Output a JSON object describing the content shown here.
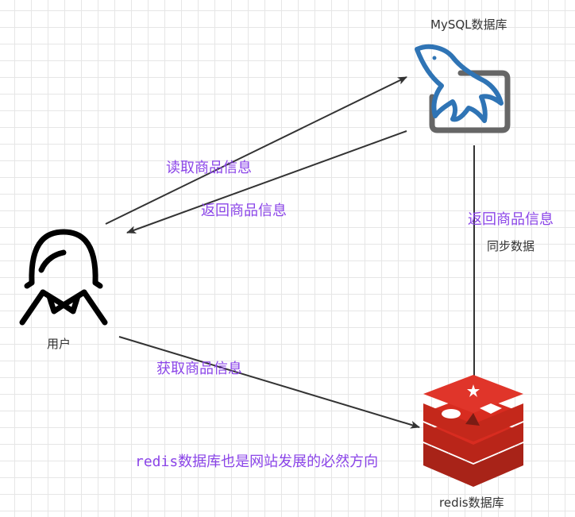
{
  "nodes": {
    "mysql": {
      "label": "MySQL数据库",
      "icon": "mysql-dolphin-icon"
    },
    "redis": {
      "label": "redis数据库",
      "icon": "redis-icon"
    },
    "user": {
      "label": "用户",
      "icon": "user-icon"
    }
  },
  "edges": {
    "read": "读取商品信息",
    "return": "返回商品信息",
    "sync_return": "返回商品信息",
    "sync": "同步数据",
    "fetch": "获取商品信息"
  },
  "note": "redis数据库也是网站发展的必然方向",
  "colors": {
    "arrow": "#333333",
    "purple_text": "#8b45e8",
    "mysql_blue": "#2f74b5",
    "mysql_frame": "#666666",
    "redis_red": "#d82c20"
  }
}
